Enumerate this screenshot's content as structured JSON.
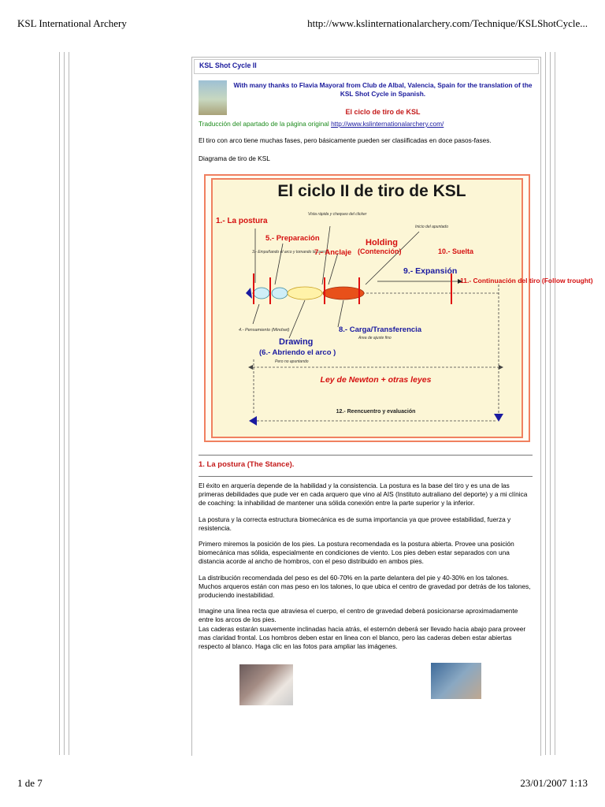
{
  "header": {
    "left": "KSL International Archery",
    "right": "http://www.kslinternationalarchery.com/Technique/KSLShotCycle..."
  },
  "footer": {
    "left": "1 de 7",
    "right": "23/01/2007 1:13"
  },
  "page": {
    "title": "KSL Shot Cycle II",
    "thanks": "With many thanks to Flavia Mayoral from Club de Albal, Valencia, Spain for the translation of the KSL Shot Cycle in Spanish.",
    "subtitle": "El ciclo de tiro de KSL",
    "translation_note": "Traducción del apartado de la página original ",
    "translation_link": "http://www.kslinternationalarchery.com/",
    "intro": "El tiro con arco tiene muchas fases, pero básicamente pueden ser clasiificadas en doce pasos-fases.",
    "diagram_label": "Diagrama de tiro de KSL"
  },
  "diagram": {
    "title": "El ciclo II de tiro de KSL",
    "labels": {
      "postura": "1.- La postura",
      "preparacion": "5.- Preparación",
      "empunando": "3.- Empuñando el arco y tomando la cuerda",
      "vista": "Vista rápida y chequeo del clicker",
      "inicio": "Inicio del apuntado",
      "holding": "Holding",
      "contencion": "(Contención)",
      "anclaje": "7.- Anclaje",
      "suelta": "10.- Suelta",
      "expansion": "9.- Expansión",
      "continuacion": "11.- Continuación del tiro (Follow trought)",
      "pensamiento": "4.- Pensamiento (Mindset)",
      "carga": "8.- Carga/Transferencia",
      "area": "Area de ajuste fino",
      "drawing": "Drawing",
      "abriendo": "(6.- Abriendo el arco )",
      "pero": "Pero no apuntando",
      "newton": "Ley de Newton + otras leyes",
      "reencuentro": "12.- Reencuentro  y evaluación"
    }
  },
  "section1": {
    "heading": "1. La postura (The Stance).",
    "paragraphs": [
      "El éxito en arquería depende de la habilidad y la consistencia. La postura es la base del tiro y es una de las primeras debilidades que pude ver en cada arquero que vino al AIS (Instituto autraliano del deporte) y a mi clínica de coaching: la inhabilidad de mantener una sólida conexión entre la parte superior y la inferior.",
      "La postura y la correcta estructura biomecánica es de suma importancia ya que provee estabilidad, fuerza y resistencia.",
      "Primero miremos la posición de los pies. La postura recomendada es la postura abierta. Provee una posición biomecánica mas sólida, especialmente en condiciones de viento. Los pies deben estar separados con una distancia acorde al ancho de hombros, con el peso distribuido en ambos pies.",
      "La distribución recomendada del peso es del 60-70% en la parte delantera del pie y 40-30% en los talones. Muchos arqueros están con mas peso en los talones, lo que ubica el centro de gravedad por detrás de los talones, produciendo inestabilidad."
    ],
    "p5_line1": "Imagine una linea recta que atraviesa el cuerpo, el centro de gravedad deberá posicionarse aproximadamente entre los arcos de los pies.",
    "p5_line2": "Las caderas estarán suavemente inclinadas hacia atrás, el esternón deberá ser llevado hacia abajo para proveer mas claridad frontal. Los hombros deben estar en linea con el blanco, pero las caderas deben estar abiertas respecto al blanco. Haga clic en las fotos para ampliar las imágenes."
  },
  "colors": {
    "title_blue": "#1a1a9c",
    "heading_red": "#c41a1a",
    "note_green": "#1a8a1a",
    "diagram_border": "#f08060",
    "ellipse_yellow": "#fff2a8",
    "ellipse_orange": "#e8501a",
    "ellipse_cyan": "#cfeef8"
  }
}
